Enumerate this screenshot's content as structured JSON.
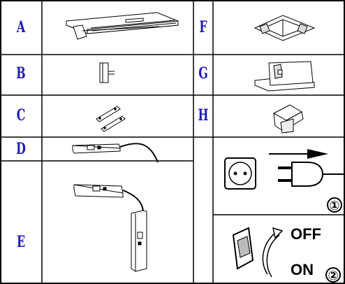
{
  "parts": [
    {
      "key": "A",
      "icon": "profile-track-icon"
    },
    {
      "key": "B",
      "icon": "end-cap-icon"
    },
    {
      "key": "C",
      "icon": "connector-plates-icon"
    },
    {
      "key": "D",
      "icon": "driver-with-cable-icon"
    },
    {
      "key": "E",
      "icon": "driver-assembly-icon"
    },
    {
      "key": "F",
      "icon": "corner-frame-icon"
    },
    {
      "key": "G",
      "icon": "corner-connector-icon"
    },
    {
      "key": "H",
      "icon": "corner-piece-icon"
    }
  ],
  "steps": {
    "plug": {
      "number": "①",
      "icon": "unplug-icon"
    },
    "switch": {
      "number": "②",
      "off_label": "OFF",
      "on_label": "ON",
      "icon": "rocker-switch-icon"
    }
  },
  "colors": {
    "label": "#1d1ab8",
    "line": "#000000"
  }
}
